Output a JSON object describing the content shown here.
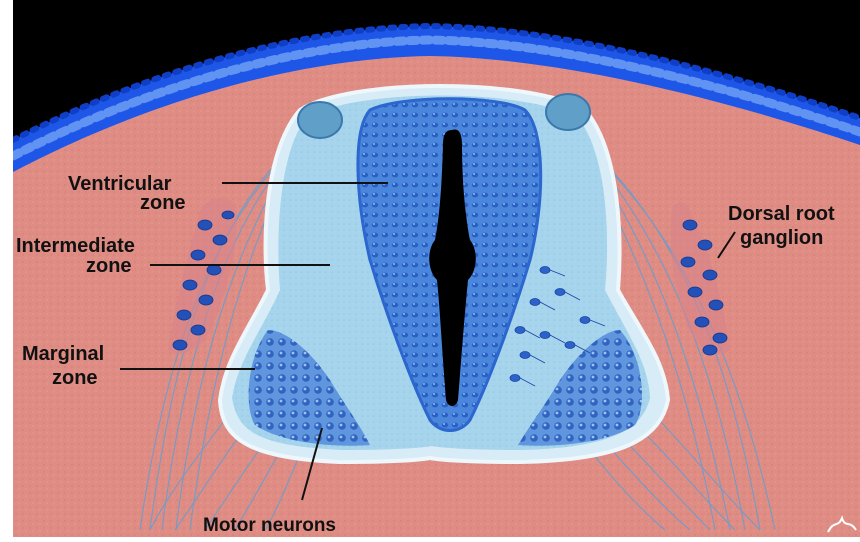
{
  "diagram": {
    "labels": {
      "ventricular_line1": "Ventricular",
      "ventricular_line2": "zone",
      "intermediate_line1": "Intermediate",
      "intermediate_line2": "zone",
      "marginal_line1": "Marginal",
      "marginal_line2": "zone",
      "drg_line1": "Dorsal root",
      "drg_line2": "ganglion",
      "motor": "Motor neurons"
    },
    "colors": {
      "background_black": "#000000",
      "tissue_pink": "#dc8a82",
      "ectoderm_blue": "#1e56e8",
      "tube_light_blue": "#9fd0ea",
      "ventricular_blue": "#3f7ed8",
      "neuron_dark_blue": "#1c49b0",
      "lumen": "#000000"
    }
  }
}
